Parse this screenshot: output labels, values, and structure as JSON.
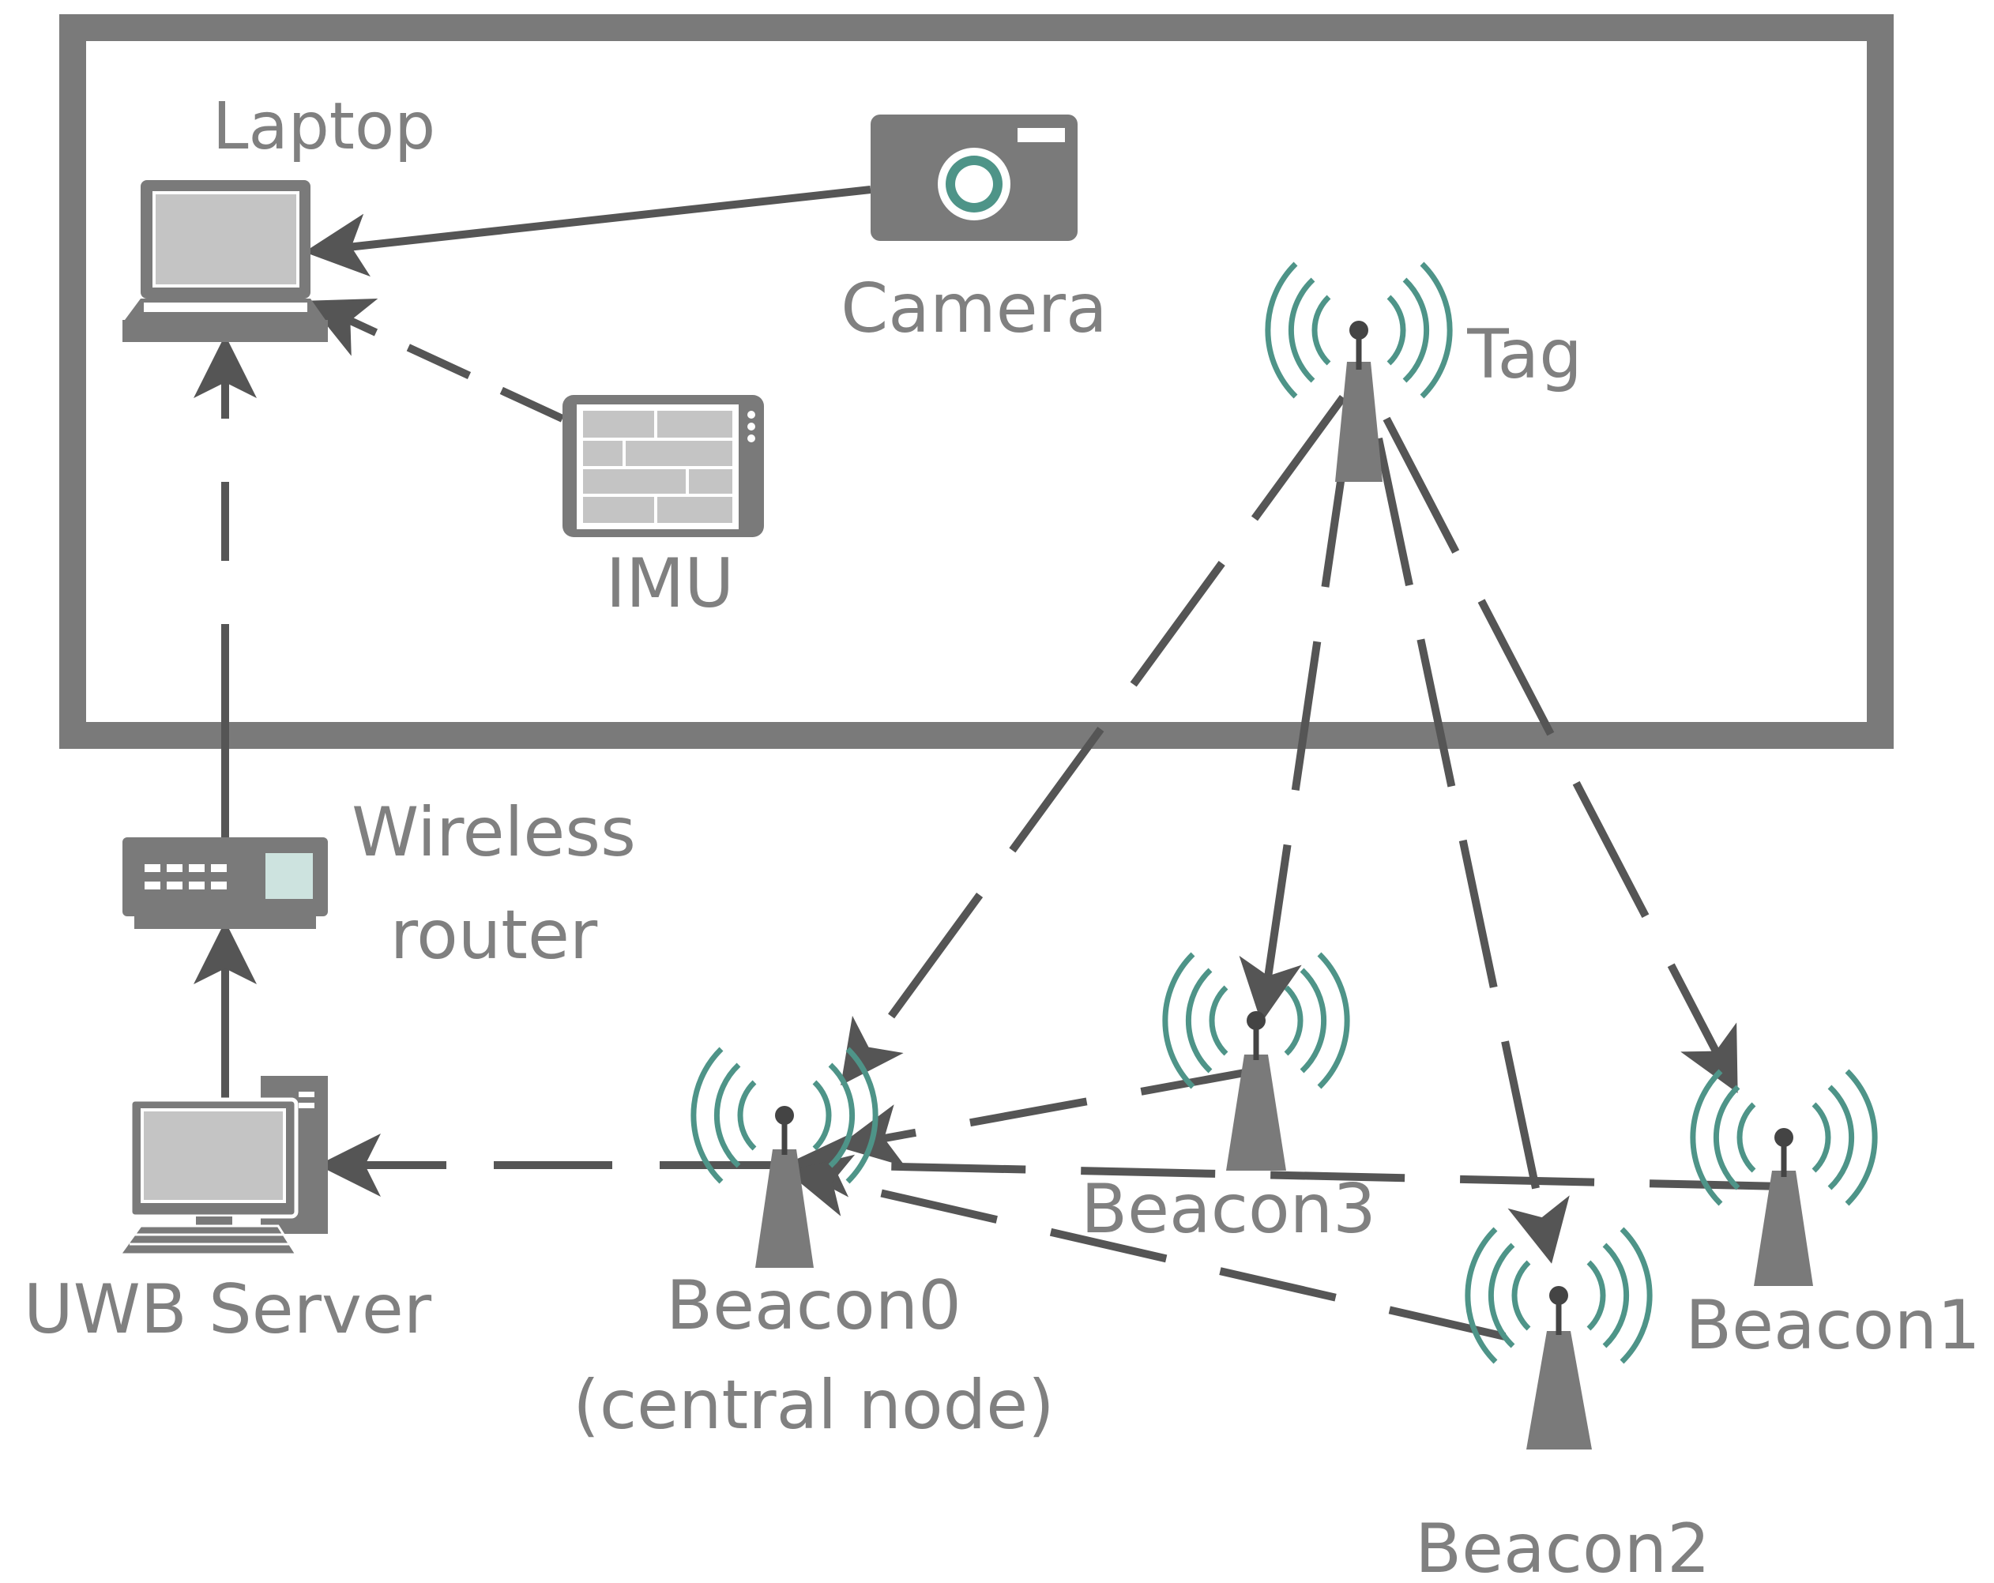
{
  "labels": {
    "laptop": "Laptop",
    "camera": "Camera",
    "tag": "Tag",
    "imu": "IMU",
    "router_line1": "Wireless",
    "router_line2": "router",
    "server": "UWB Server",
    "beacon0_line1": "Beacon0",
    "beacon0_line2": "(central node)",
    "beacon1": "Beacon1",
    "beacon2": "Beacon2",
    "beacon3": "Beacon3"
  },
  "colors": {
    "device_gray": "#7a7a7a",
    "dark_gray": "#555555",
    "label_gray": "#808080",
    "screen_gray": "#c4c4c4",
    "teal": "#4e9488",
    "router_panel": "#cde3df"
  },
  "icons": [
    "laptop-icon",
    "camera-icon",
    "imu-icon",
    "antenna-icon",
    "router-icon",
    "server-icon"
  ]
}
